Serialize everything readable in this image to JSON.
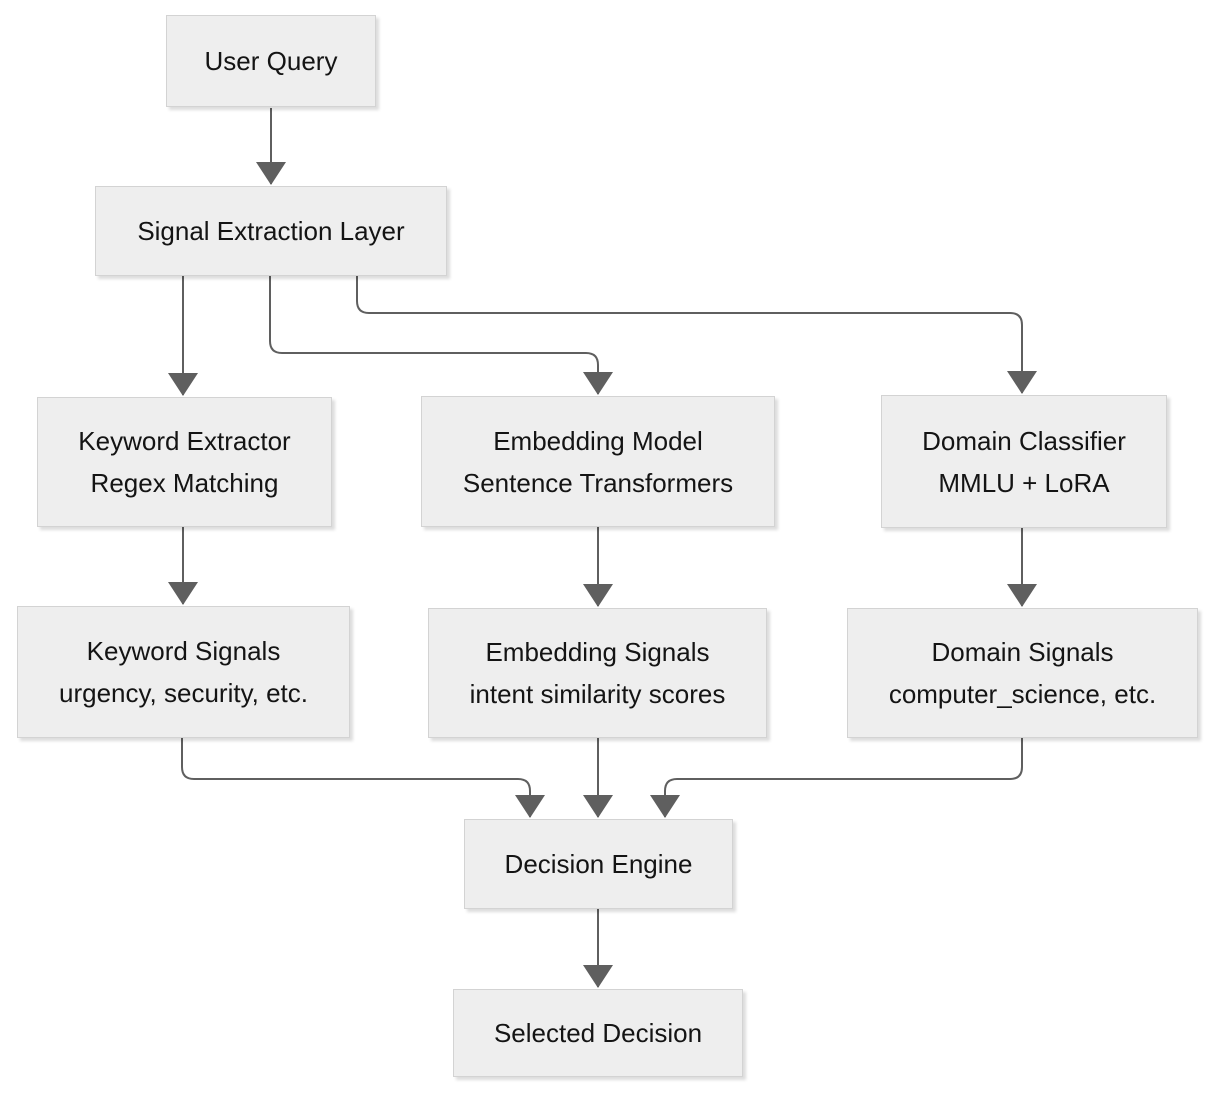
{
  "colors": {
    "background": "#ffffff",
    "node_fill": "#eeeeee",
    "node_border": "#d3d3d3",
    "edge": "#5f5f5f",
    "text": "#141414"
  },
  "nodes": {
    "user_query": {
      "title": "User Query"
    },
    "signal_extraction": {
      "title": "Signal Extraction Layer"
    },
    "keyword_extractor": {
      "title": "Keyword Extractor",
      "subtitle": "Regex Matching"
    },
    "embedding_model": {
      "title": "Embedding Model",
      "subtitle": "Sentence Transformers"
    },
    "domain_classifier": {
      "title": "Domain Classifier",
      "subtitle": "MMLU + LoRA"
    },
    "keyword_signals": {
      "title": "Keyword Signals",
      "subtitle": "urgency, security, etc."
    },
    "embedding_signals": {
      "title": "Embedding Signals",
      "subtitle": "intent similarity scores"
    },
    "domain_signals": {
      "title": "Domain Signals",
      "subtitle": "computer_science, etc."
    },
    "decision_engine": {
      "title": "Decision Engine"
    },
    "selected_decision": {
      "title": "Selected Decision"
    }
  },
  "edges": [
    {
      "from": "user_query",
      "to": "signal_extraction"
    },
    {
      "from": "signal_extraction",
      "to": "keyword_extractor"
    },
    {
      "from": "signal_extraction",
      "to": "embedding_model"
    },
    {
      "from": "signal_extraction",
      "to": "domain_classifier"
    },
    {
      "from": "keyword_extractor",
      "to": "keyword_signals"
    },
    {
      "from": "embedding_model",
      "to": "embedding_signals"
    },
    {
      "from": "domain_classifier",
      "to": "domain_signals"
    },
    {
      "from": "keyword_signals",
      "to": "decision_engine"
    },
    {
      "from": "embedding_signals",
      "to": "decision_engine"
    },
    {
      "from": "domain_signals",
      "to": "decision_engine"
    },
    {
      "from": "decision_engine",
      "to": "selected_decision"
    }
  ]
}
